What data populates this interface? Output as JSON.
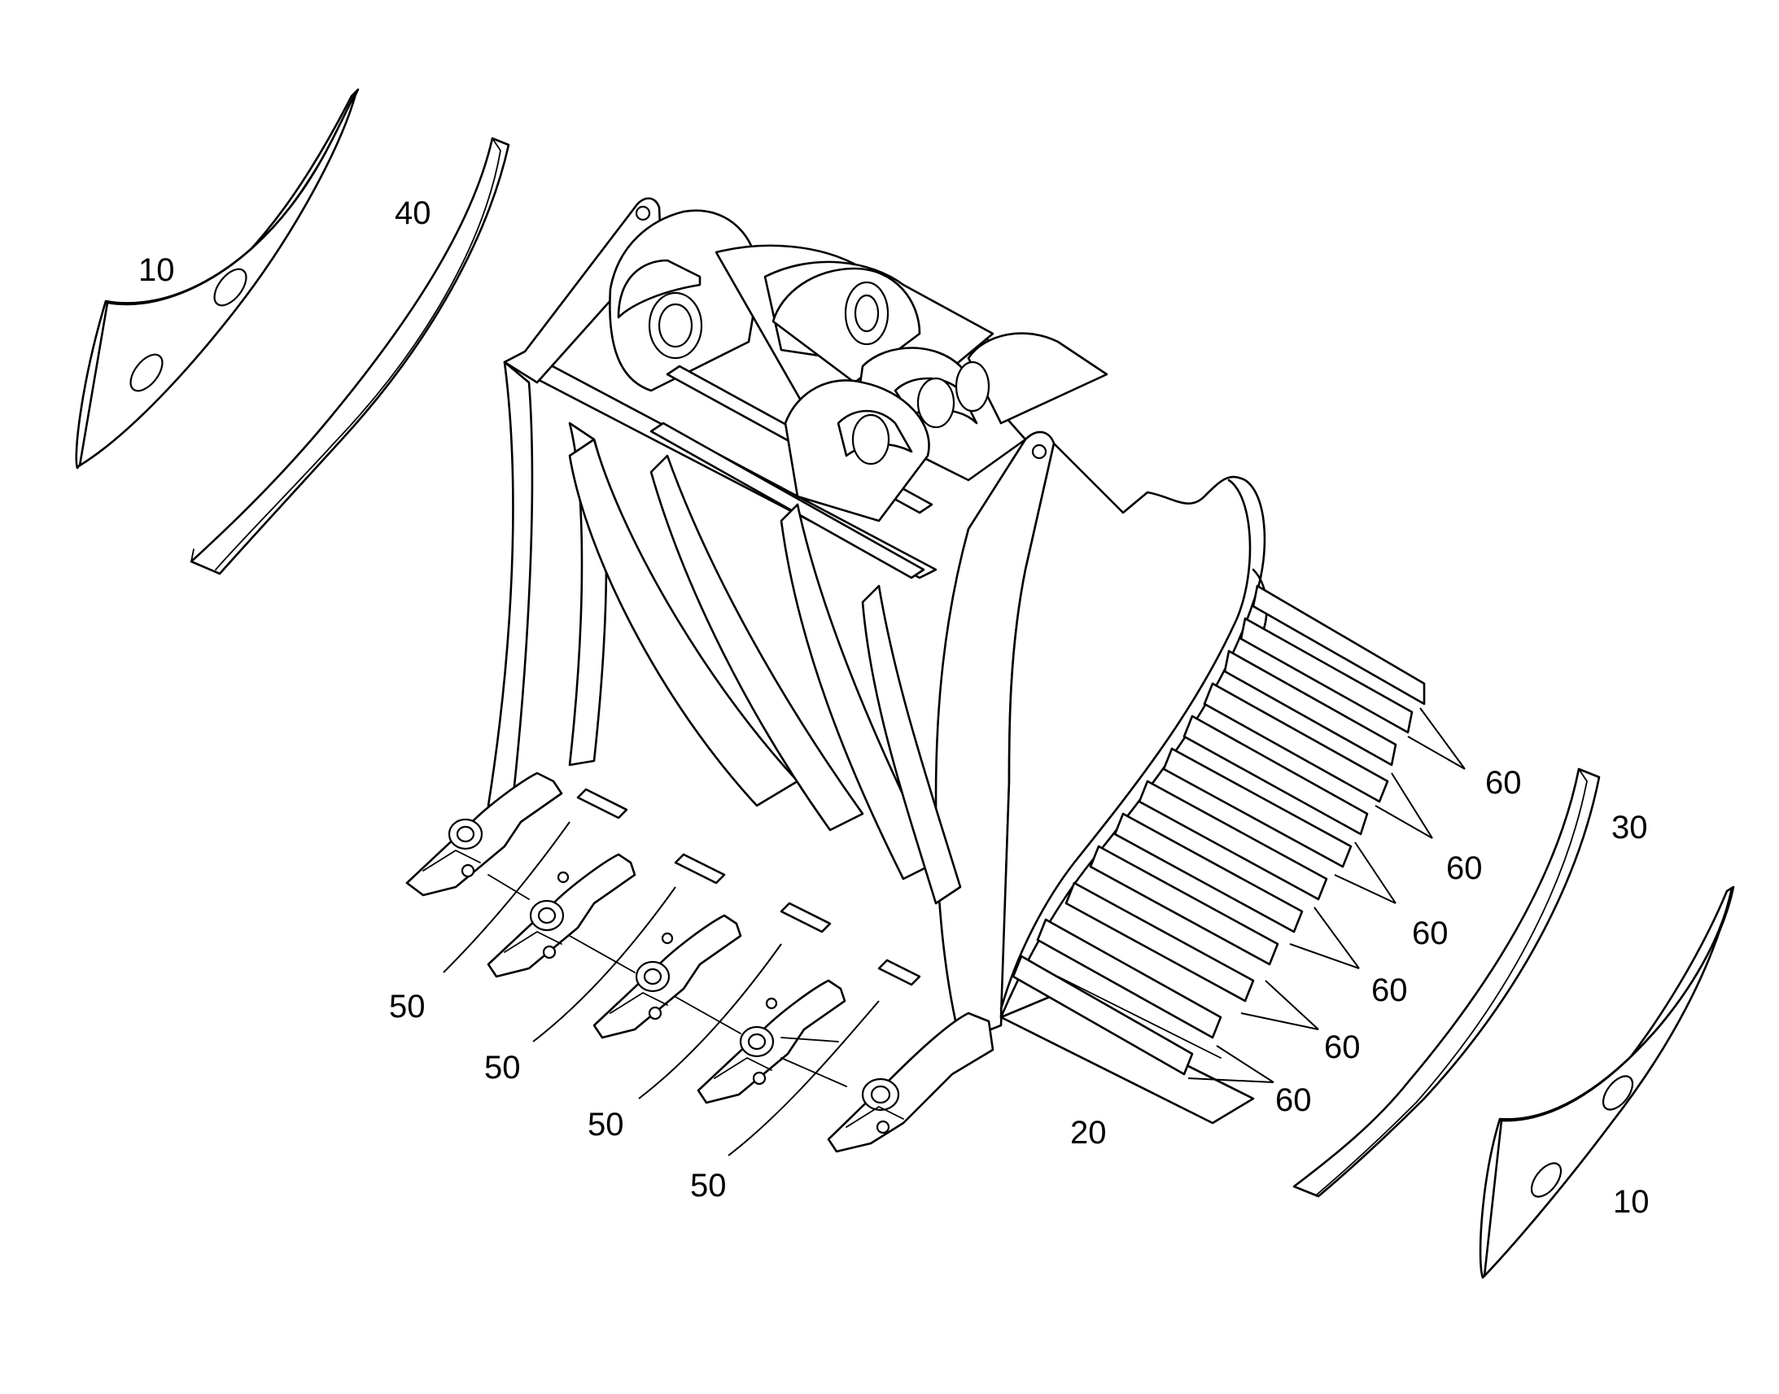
{
  "figure": {
    "labels": {
      "side_plate_left": "10",
      "side_plate_right": "10",
      "bucket_body": "20",
      "wear_strip_right": "30",
      "wear_strip_left": "40",
      "tooth_1": "50",
      "tooth_2": "50",
      "tooth_3": "50",
      "tooth_4": "50",
      "runner_1": "60",
      "runner_2": "60",
      "runner_3": "60",
      "runner_4": "60",
      "runner_5": "60",
      "runner_6": "60"
    }
  }
}
